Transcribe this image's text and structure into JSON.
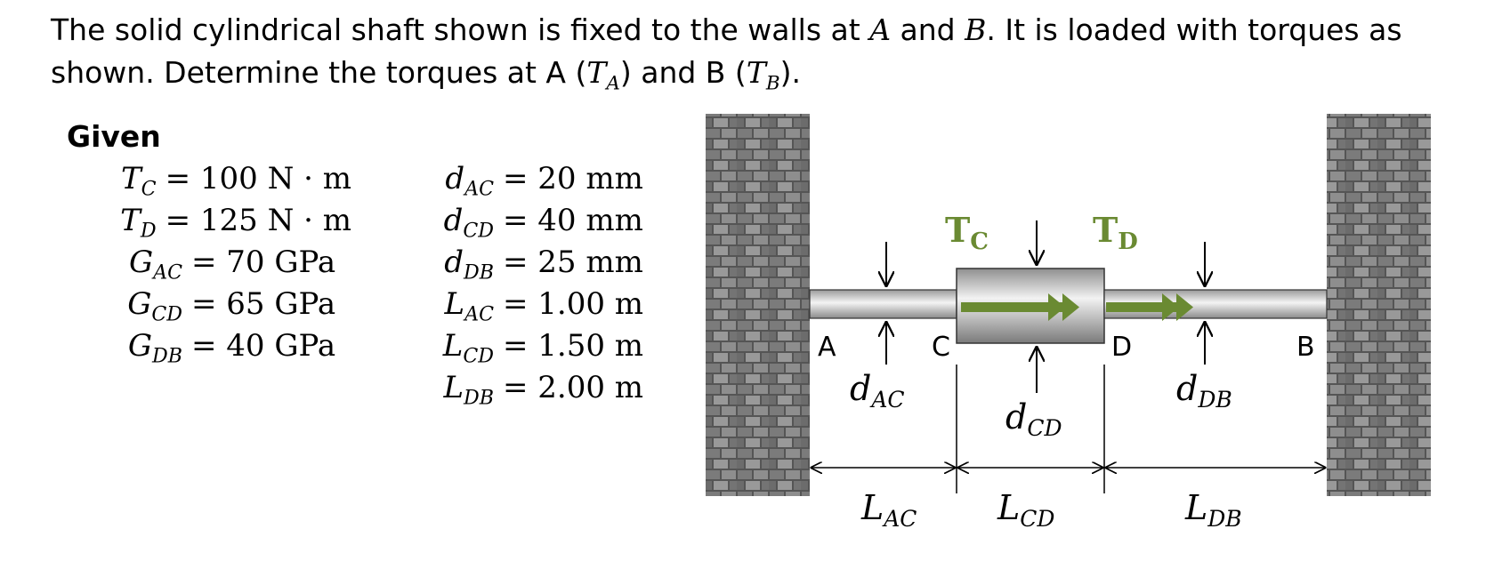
{
  "problem": {
    "line1_a": "The solid cylindrical shaft shown is fixed to the walls at ",
    "var_A": "A",
    "line1_b": " and ",
    "var_B": "B",
    "line1_c": ". It is loaded with torques as",
    "line2_a": "shown. Determine the torques at A (",
    "TA_main": "T",
    "TA_sub": "A",
    "line2_b": ") and B (",
    "TB_main": "T",
    "TB_sub": "B",
    "line2_c": ")."
  },
  "given": {
    "title": "Given",
    "left_column": [
      {
        "sym": "T",
        "sub": "C",
        "value": "= 100 N · m"
      },
      {
        "sym": "T",
        "sub": "D",
        "value": "= 125 N · m"
      },
      {
        "sym": "G",
        "sub": "AC",
        "value": "= 70 GPa"
      },
      {
        "sym": "G",
        "sub": "CD",
        "value": "= 65 GPa"
      },
      {
        "sym": "G",
        "sub": "DB",
        "value": "= 40 GPa"
      }
    ],
    "right_column": [
      {
        "sym": "d",
        "sub": "AC",
        "value": "= 20 mm"
      },
      {
        "sym": "d",
        "sub": "CD",
        "value": "= 40 mm"
      },
      {
        "sym": "d",
        "sub": "DB",
        "value": "= 25 mm"
      },
      {
        "sym": "L",
        "sub": "AC",
        "value": "= 1.00 m"
      },
      {
        "sym": "L",
        "sub": "CD",
        "value": "= 1.50 m"
      },
      {
        "sym": "L",
        "sub": "DB",
        "value": "= 2.00 m"
      }
    ]
  },
  "diagram": {
    "points": {
      "A": "A",
      "C": "C",
      "D": "D",
      "B": "B"
    },
    "torques": {
      "TC": {
        "main": "T",
        "sub": "C"
      },
      "TD": {
        "main": "T",
        "sub": "D"
      }
    },
    "diameters": {
      "AC": {
        "main": "d",
        "sub": "AC"
      },
      "CD": {
        "main": "d",
        "sub": "CD"
      },
      "DB": {
        "main": "d",
        "sub": "DB"
      }
    },
    "lengths": {
      "AC": {
        "main": "L",
        "sub": "AC"
      },
      "CD": {
        "main": "L",
        "sub": "CD"
      },
      "DB": {
        "main": "L",
        "sub": "DB"
      }
    },
    "colors": {
      "torque": "#6a8a32",
      "wall_dark": "#4a4a4a",
      "wall_light": "#8a8a8a"
    }
  }
}
